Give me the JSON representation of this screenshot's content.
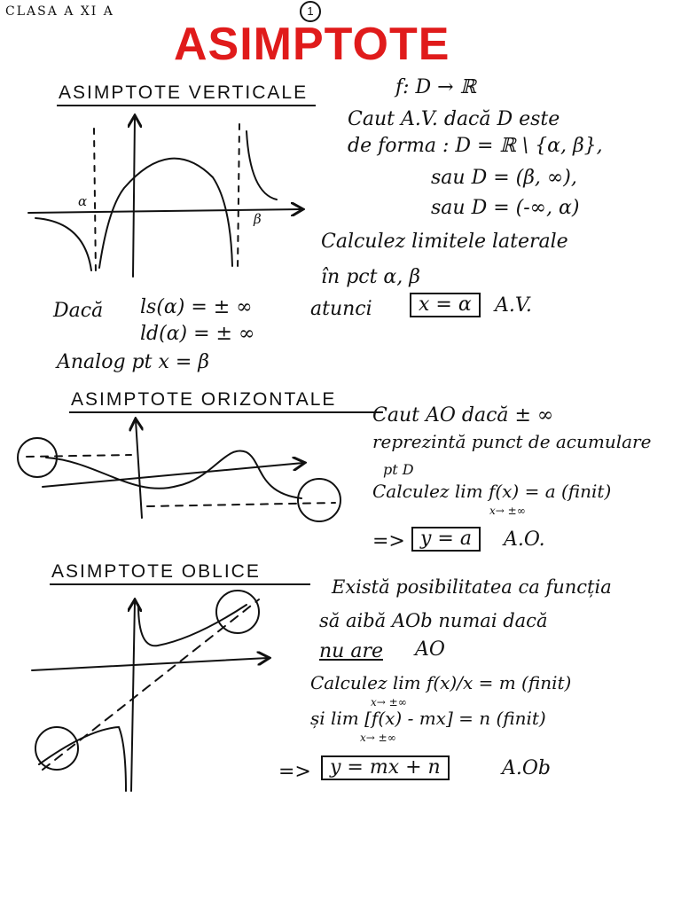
{
  "header": {
    "class_label": "CLASA A XI A",
    "page_number": "1"
  },
  "title": "ASIMPTOTE",
  "vertical": {
    "heading": "ASIMPTOTE VERTICALE",
    "func_def": "f: D → ℝ",
    "text_lines": [
      "Caut A.V. dacă D este",
      "de forma : D = ℝ \\ {α, β},",
      "sau D = (β, ∞),",
      "sau D = (-∞, α)",
      "Calculez limitele laterale",
      "în pct α, β"
    ],
    "daca": "Dacă",
    "ls_cond": "ls(α) = ± ∞",
    "ld_cond": "ld(α) = ± ∞",
    "atunci": "atunci",
    "result": "x = α",
    "result_label": "A.V.",
    "analog": "Analog pt x = β",
    "graph_labels": {
      "alpha": "α",
      "beta": "β"
    }
  },
  "horizontal": {
    "heading": "ASIMPTOTE ORIZONTALE",
    "text_lines": [
      "Caut AO dacă ± ∞",
      "reprezintă punct de acumulare",
      "pt D"
    ],
    "limit_line": "Calculez lim f(x) = a (finit)",
    "limit_sub": "x→ ±∞",
    "arrow": "=>",
    "result": "y = a",
    "result_label": "A.O."
  },
  "oblique": {
    "heading": "ASIMPTOTE OBLICE",
    "text_lines": [
      "Există posibilitatea ca funcția",
      "să aibă AOb numai dacă"
    ],
    "no_ao": "nu are",
    "ao": "AO",
    "limit1": "Calculez lim  f(x)/x  = m (finit)",
    "limit1_sub": "x→ ±∞",
    "limit2": "și  lim [f(x) - mx] = n (finit)",
    "limit2_sub": "x→ ±∞",
    "arrow": "=>",
    "result": "y = mx + n",
    "result_label": "A.Ob"
  },
  "colors": {
    "title": "#e01b1b",
    "ink": "#111111"
  }
}
